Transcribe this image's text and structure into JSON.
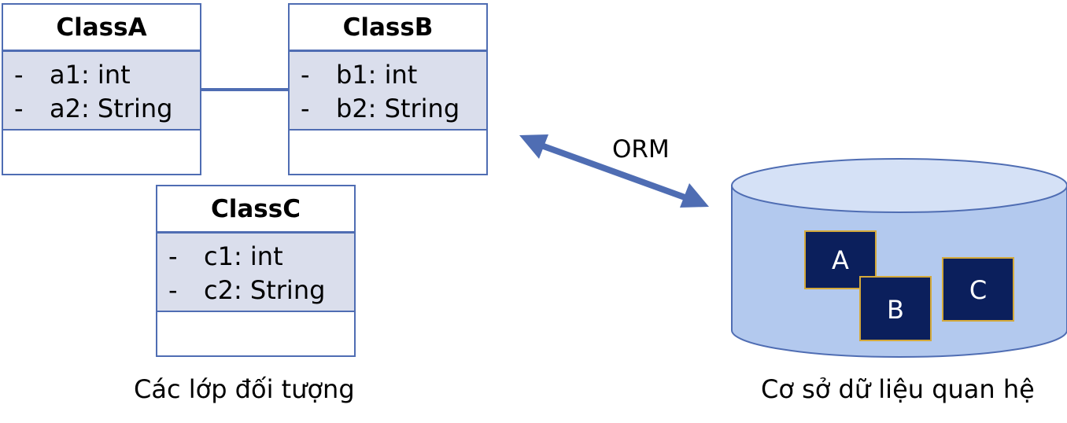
{
  "classes": [
    {
      "name": "ClassA",
      "attributes": [
        {
          "prefix": "-",
          "text": "a1: int"
        },
        {
          "prefix": "-",
          "text": "a2: String"
        }
      ]
    },
    {
      "name": "ClassB",
      "attributes": [
        {
          "prefix": "-",
          "text": "b1: int"
        },
        {
          "prefix": "-",
          "text": "b2: String"
        }
      ]
    },
    {
      "name": "ClassC",
      "attributes": [
        {
          "prefix": "-",
          "text": "c1: int"
        },
        {
          "prefix": "-",
          "text": "c2: String"
        }
      ]
    }
  ],
  "orm_label": "ORM",
  "database": {
    "tables": [
      "A",
      "B",
      "C"
    ],
    "caption": "Cơ sở dữ liệu quan hệ"
  },
  "objects_caption": "Các lớp đối tượng",
  "colors": {
    "uml_border": "#4f6db3",
    "uml_attr_fill": "#dadeec",
    "arrow": "#4f6db3",
    "cylinder_body": "#b3c9ee",
    "cylinder_top": "#d5e1f6",
    "table_fill": "#0b1f5c",
    "table_border": "#d4a93a"
  }
}
